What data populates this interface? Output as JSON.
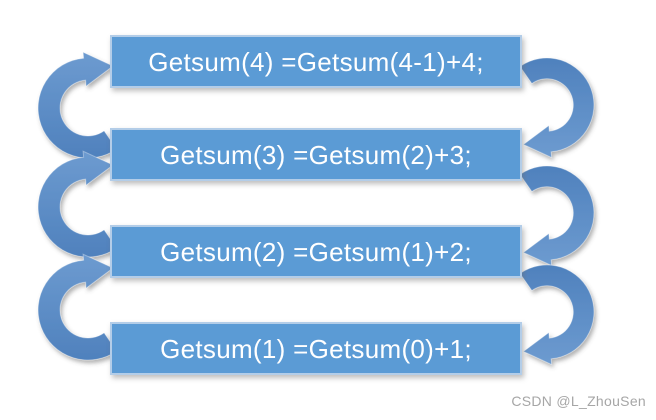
{
  "colors": {
    "background": "#ffffff",
    "box_fill": "#5b9bd5",
    "box_border": "#b3cde8",
    "box_text": "#ffffff",
    "arrow_fill": "#4f81bd",
    "arrow_fill_light": "#6d9bd0",
    "watermark": "#a6a6a6"
  },
  "diagram": {
    "boxes": [
      {
        "label": "Getsum(4) =Getsum(4-1)+4;"
      },
      {
        "label": "Getsum(3) =Getsum(2)+3;"
      },
      {
        "label": "Getsum(2) =Getsum(1)+2;"
      },
      {
        "label": "Getsum(1) =Getsum(0)+1;"
      }
    ],
    "arrows": [
      {
        "icon": "circular-arrow-icon",
        "side": "left",
        "position": "between rows 1-2"
      },
      {
        "icon": "circular-arrow-icon",
        "side": "left",
        "position": "between rows 2-3"
      },
      {
        "icon": "circular-arrow-icon",
        "side": "left",
        "position": "between rows 3-4"
      },
      {
        "icon": "circular-arrow-icon",
        "side": "right",
        "position": "between rows 1-2"
      },
      {
        "icon": "circular-arrow-icon",
        "side": "right",
        "position": "between rows 2-3"
      },
      {
        "icon": "circular-arrow-icon",
        "side": "right",
        "position": "between rows 3-4"
      }
    ]
  },
  "watermark": {
    "text": "CSDN @L_ZhouSen"
  }
}
